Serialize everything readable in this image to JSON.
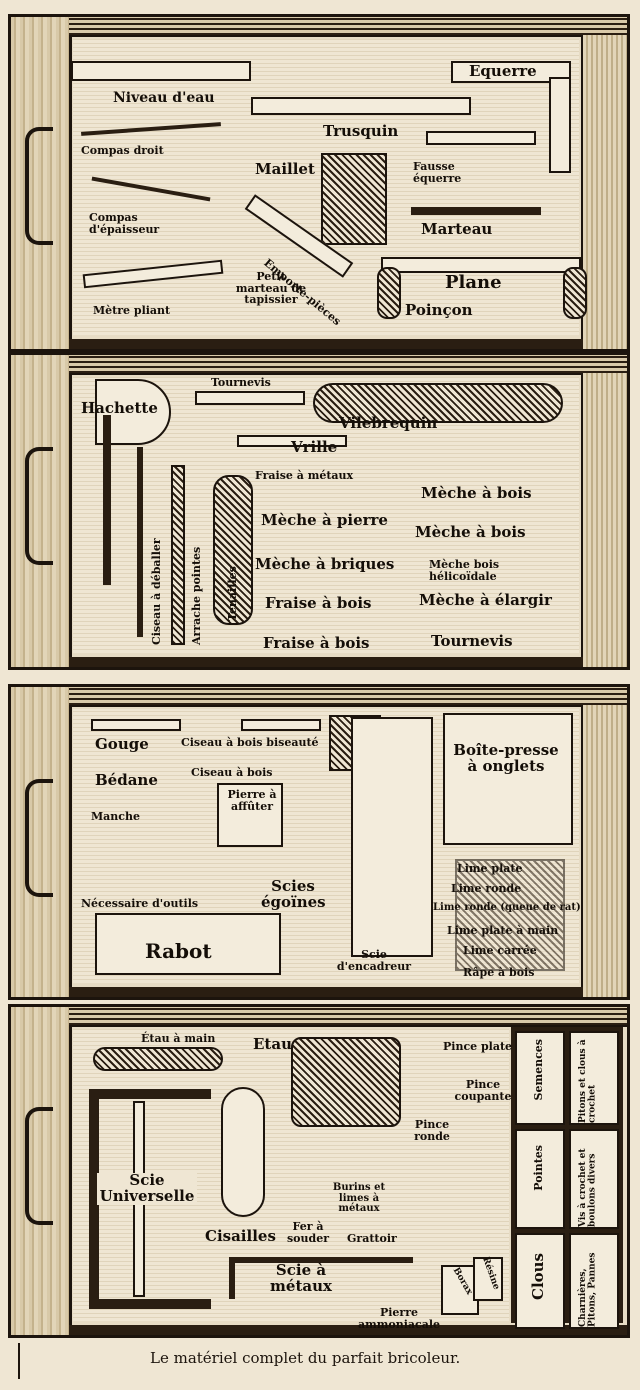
{
  "drawer1": {
    "labels": [
      "Niveau d'eau",
      "Compas droit",
      "Compas d'épaisseur",
      "Mètre pliant",
      "Trusquin",
      "Maillet",
      "Petit marteau de tapissier",
      "Emporte-pièces",
      "Fausse équerre",
      "Marteau",
      "Plane",
      "Poinçon",
      "Equerre"
    ]
  },
  "drawer2": {
    "labels": [
      "Hachette",
      "Tournevis",
      "Vilebrequin",
      "Vrille",
      "Fraise à métaux",
      "Mèche à bois",
      "Mèche à pierre",
      "Mèche à bois",
      "Mèche à briques",
      "Mèche bois hélicoïdale",
      "Fraise à bois",
      "Mèche à élargir",
      "Fraise à bois",
      "Tournevis",
      "Ciseau à déballer",
      "Arrache pointes",
      "Tenailles"
    ]
  },
  "drawer3": {
    "labels": [
      "Gouge",
      "Ciseau à bois biseauté",
      "Bédane",
      "Ciseau à bois",
      "Manche",
      "Pierre à affûter",
      "Boîte-presse à onglets",
      "Nécessaire d'outils",
      "Scies égoïnes",
      "Rabot",
      "Scie d'encadreur",
      "Lime plate",
      "Lime ronde",
      "Lime ronde (queue de rat)",
      "Lime plate à main",
      "Lime carrée",
      "Râpe à bois"
    ]
  },
  "drawer4": {
    "labels": [
      "Étau à main",
      "Etau",
      "Pince plate",
      "Pince coupante",
      "Pince ronde",
      "Scie Universelle",
      "Burins et limes à métaux",
      "Cisailles",
      "Fer à souder",
      "Grattoir",
      "Scie à métaux",
      "Pierre ammoniacale",
      "Borax",
      "Résine"
    ],
    "compartments": [
      "Semences",
      "Pitons et clous à crochet",
      "Pointes",
      "Vis à crochet et boulons divers",
      "Clous",
      "Charnières, Pitons, Pannes"
    ]
  },
  "caption": "Le matériel complet du parfait bricoleur."
}
